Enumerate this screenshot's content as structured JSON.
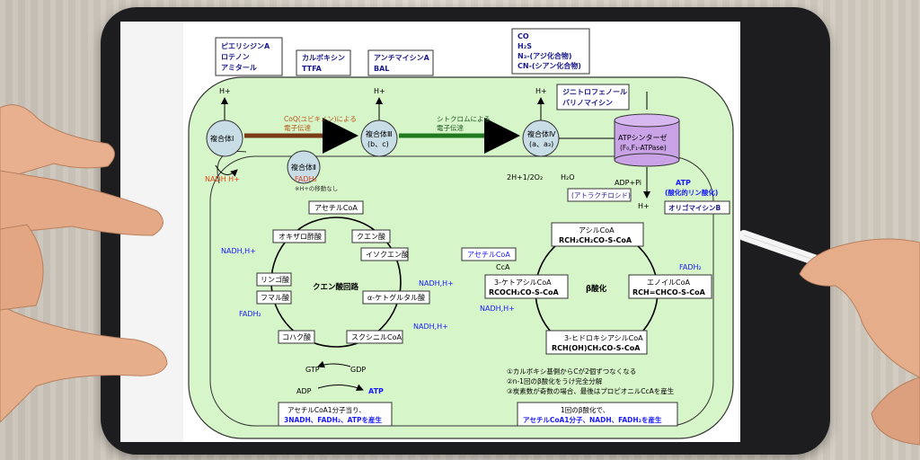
{
  "inhibitors": {
    "complex1": [
      "ピエリシジンA",
      "ロテノン",
      "アミタール"
    ],
    "complex2": [
      "カルボキシン",
      "TTFA"
    ],
    "complex3": [
      "アンチマイシンA",
      "BAL"
    ],
    "complex4": [
      "CO",
      "H₂S",
      "N₃-(アジ化合物)",
      "CN-(シアン化合物)"
    ],
    "uncoupler": [
      "ジニトロフェノール",
      "バリノマイシン"
    ],
    "atp_inhib": "オリゴマイシンB",
    "atractyloside": "(アトラクチロシド)"
  },
  "etc": {
    "c1": "複合体Ⅰ",
    "c2": "複合体Ⅱ",
    "c3_line1": "複合体Ⅲ",
    "c3_line2": "(b、c)",
    "c4_line1": "複合体Ⅳ",
    "c4_line2": "(a、a₃)",
    "atp_line1": "ATPシンターゼ",
    "atp_line2": "(F₀,F₁-ATPase)",
    "hplus": "H+",
    "coq_line1": "CoQ(ユビキノン)による",
    "coq_line2": "電子伝達",
    "cyt_line1": "シトクロムによる",
    "cyt_line2": "電子伝達",
    "nadh": "NADH H+",
    "fadh2": "FADH₂",
    "no_h_move": "※H+の移動なし",
    "o2": "2H+1/2O₂",
    "h2o": "H₂O",
    "adp_pi": "ADP+Pi",
    "atp": "ATP",
    "atp_sub": "(酸化的リン酸化)"
  },
  "tca": {
    "acetylcoa": "アセチルCoA",
    "oxaloacetate": "オキザロ酢酸",
    "citrate": "クエン酸",
    "isocitrate": "イソクエン酸",
    "akg": "α-ケトグルタル酸",
    "succinylcoa": "スクシニルCoA",
    "succinate": "コハク酸",
    "fumarate": "フマル酸",
    "malate": "リンゴ酸",
    "center": "クエン酸回路",
    "nadh": "NADH,H+",
    "fadh2": "FADH₂",
    "gtp": "GTP",
    "gdp": "GDP",
    "adp": "ADP",
    "atp": "ATP",
    "summary_line1": "アセチルCoA1分子当り、",
    "summary_line2": "3NADH、FADH₂、ATPを産生"
  },
  "beta": {
    "acyl_line1": "アシルCoA",
    "acyl_line2": "RCH₂CH₂CO-S-CoA",
    "enoyl_line1": "エノイルCoA",
    "enoyl_line2": "RCH=CHCO-S-CoA",
    "hydroxy_line1": "3-ヒドロキシアシルCoA",
    "hydroxy_line2": "RCH(OH)CH₂CO-S-CoA",
    "keto_line1": "3-ケトアシルCoA",
    "keto_line2": "RCOCH₂CO-S-CoA",
    "acetyl": "アセチルCoA",
    "coa": "CcA",
    "center": "β酸化",
    "fadh2": "FADH₂",
    "nadh": "NADH,H+",
    "notes": [
      "①カルボキシ基側からCが2個ずつなくなる",
      "②n-1回のβ酸化をうけ完全分解",
      "③炭素数が奇数の場合、最後はプロピオニルCcAを産生"
    ],
    "summary_line1": "1回のβ酸化で、",
    "summary_line2": "アセチルCoA1分子、NADH、FADH₂を産生"
  }
}
